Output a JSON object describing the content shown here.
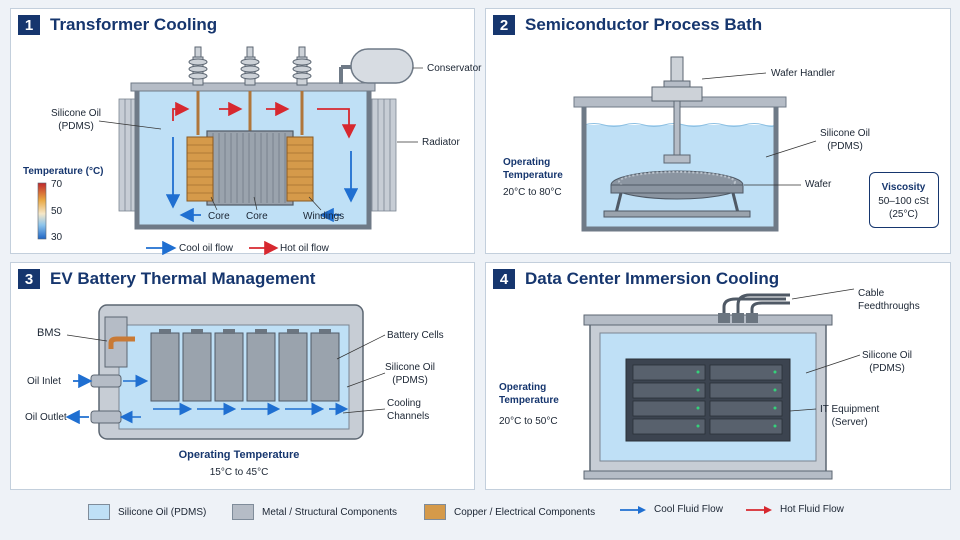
{
  "colors": {
    "accent": "#16366e",
    "oil": "#bfe0f6",
    "metal": "#b5bcc6",
    "copper": "#d59a4a",
    "cool_flow": "#1f6fd1",
    "hot_flow": "#d7282f"
  },
  "panel1": {
    "number": "1",
    "title": "Transformer Cooling",
    "silicone_oil": "Silicone Oil",
    "pdms": "(PDMS)",
    "conservator": "Conservator",
    "radiator": "Radiator",
    "temperature_title": "Temperature (°C)",
    "temp_70": "70",
    "temp_50": "50",
    "temp_30": "30",
    "core_left": "Core",
    "core_center": "Core",
    "windings": "Windings",
    "cool_flow": "Cool oil flow",
    "hot_flow": "Hot oil flow"
  },
  "panel2": {
    "number": "2",
    "title": "Semiconductor Process Bath",
    "wafer_handler": "Wafer Handler",
    "silicone_oil": "Silicone Oil",
    "pdms": "(PDMS)",
    "wafer": "Wafer",
    "operating": "Operating",
    "temperature": "Temperature",
    "temp_range": "20°C to 80°C",
    "viscosity_title": "Viscosity",
    "viscosity_value": "50–100 cSt",
    "viscosity_temp": "(25°C)"
  },
  "panel3": {
    "number": "3",
    "title": "EV Battery Thermal Management",
    "bms": "BMS",
    "oil_inlet": "Oil Inlet",
    "oil_outlet": "Oil Outlet",
    "battery_cells": "Battery Cells",
    "silicone_oil": "Silicone Oil",
    "pdms": "(PDMS)",
    "cooling": "Cooling",
    "channels": "Channels",
    "operating_temperature": "Operating Temperature",
    "temp_range": "15°C to 45°C"
  },
  "panel4": {
    "number": "4",
    "title": "Data Center Immersion Cooling",
    "cable": "Cable",
    "feedthroughs": "Feedthroughs",
    "silicone_oil": "Silicone Oil",
    "pdms": "(PDMS)",
    "it_equipment": "IT Equipment",
    "server": "(Server)",
    "operating": "Operating",
    "temperature": "Temperature",
    "temp_range": "20°C to 50°C"
  },
  "legend": {
    "silicone_oil": "Silicone Oil (PDMS)",
    "metal": "Metal / Structural Components",
    "copper": "Copper / Electrical Components",
    "cool_flow": "Cool Fluid Flow",
    "hot_flow": "Hot Fluid Flow"
  }
}
